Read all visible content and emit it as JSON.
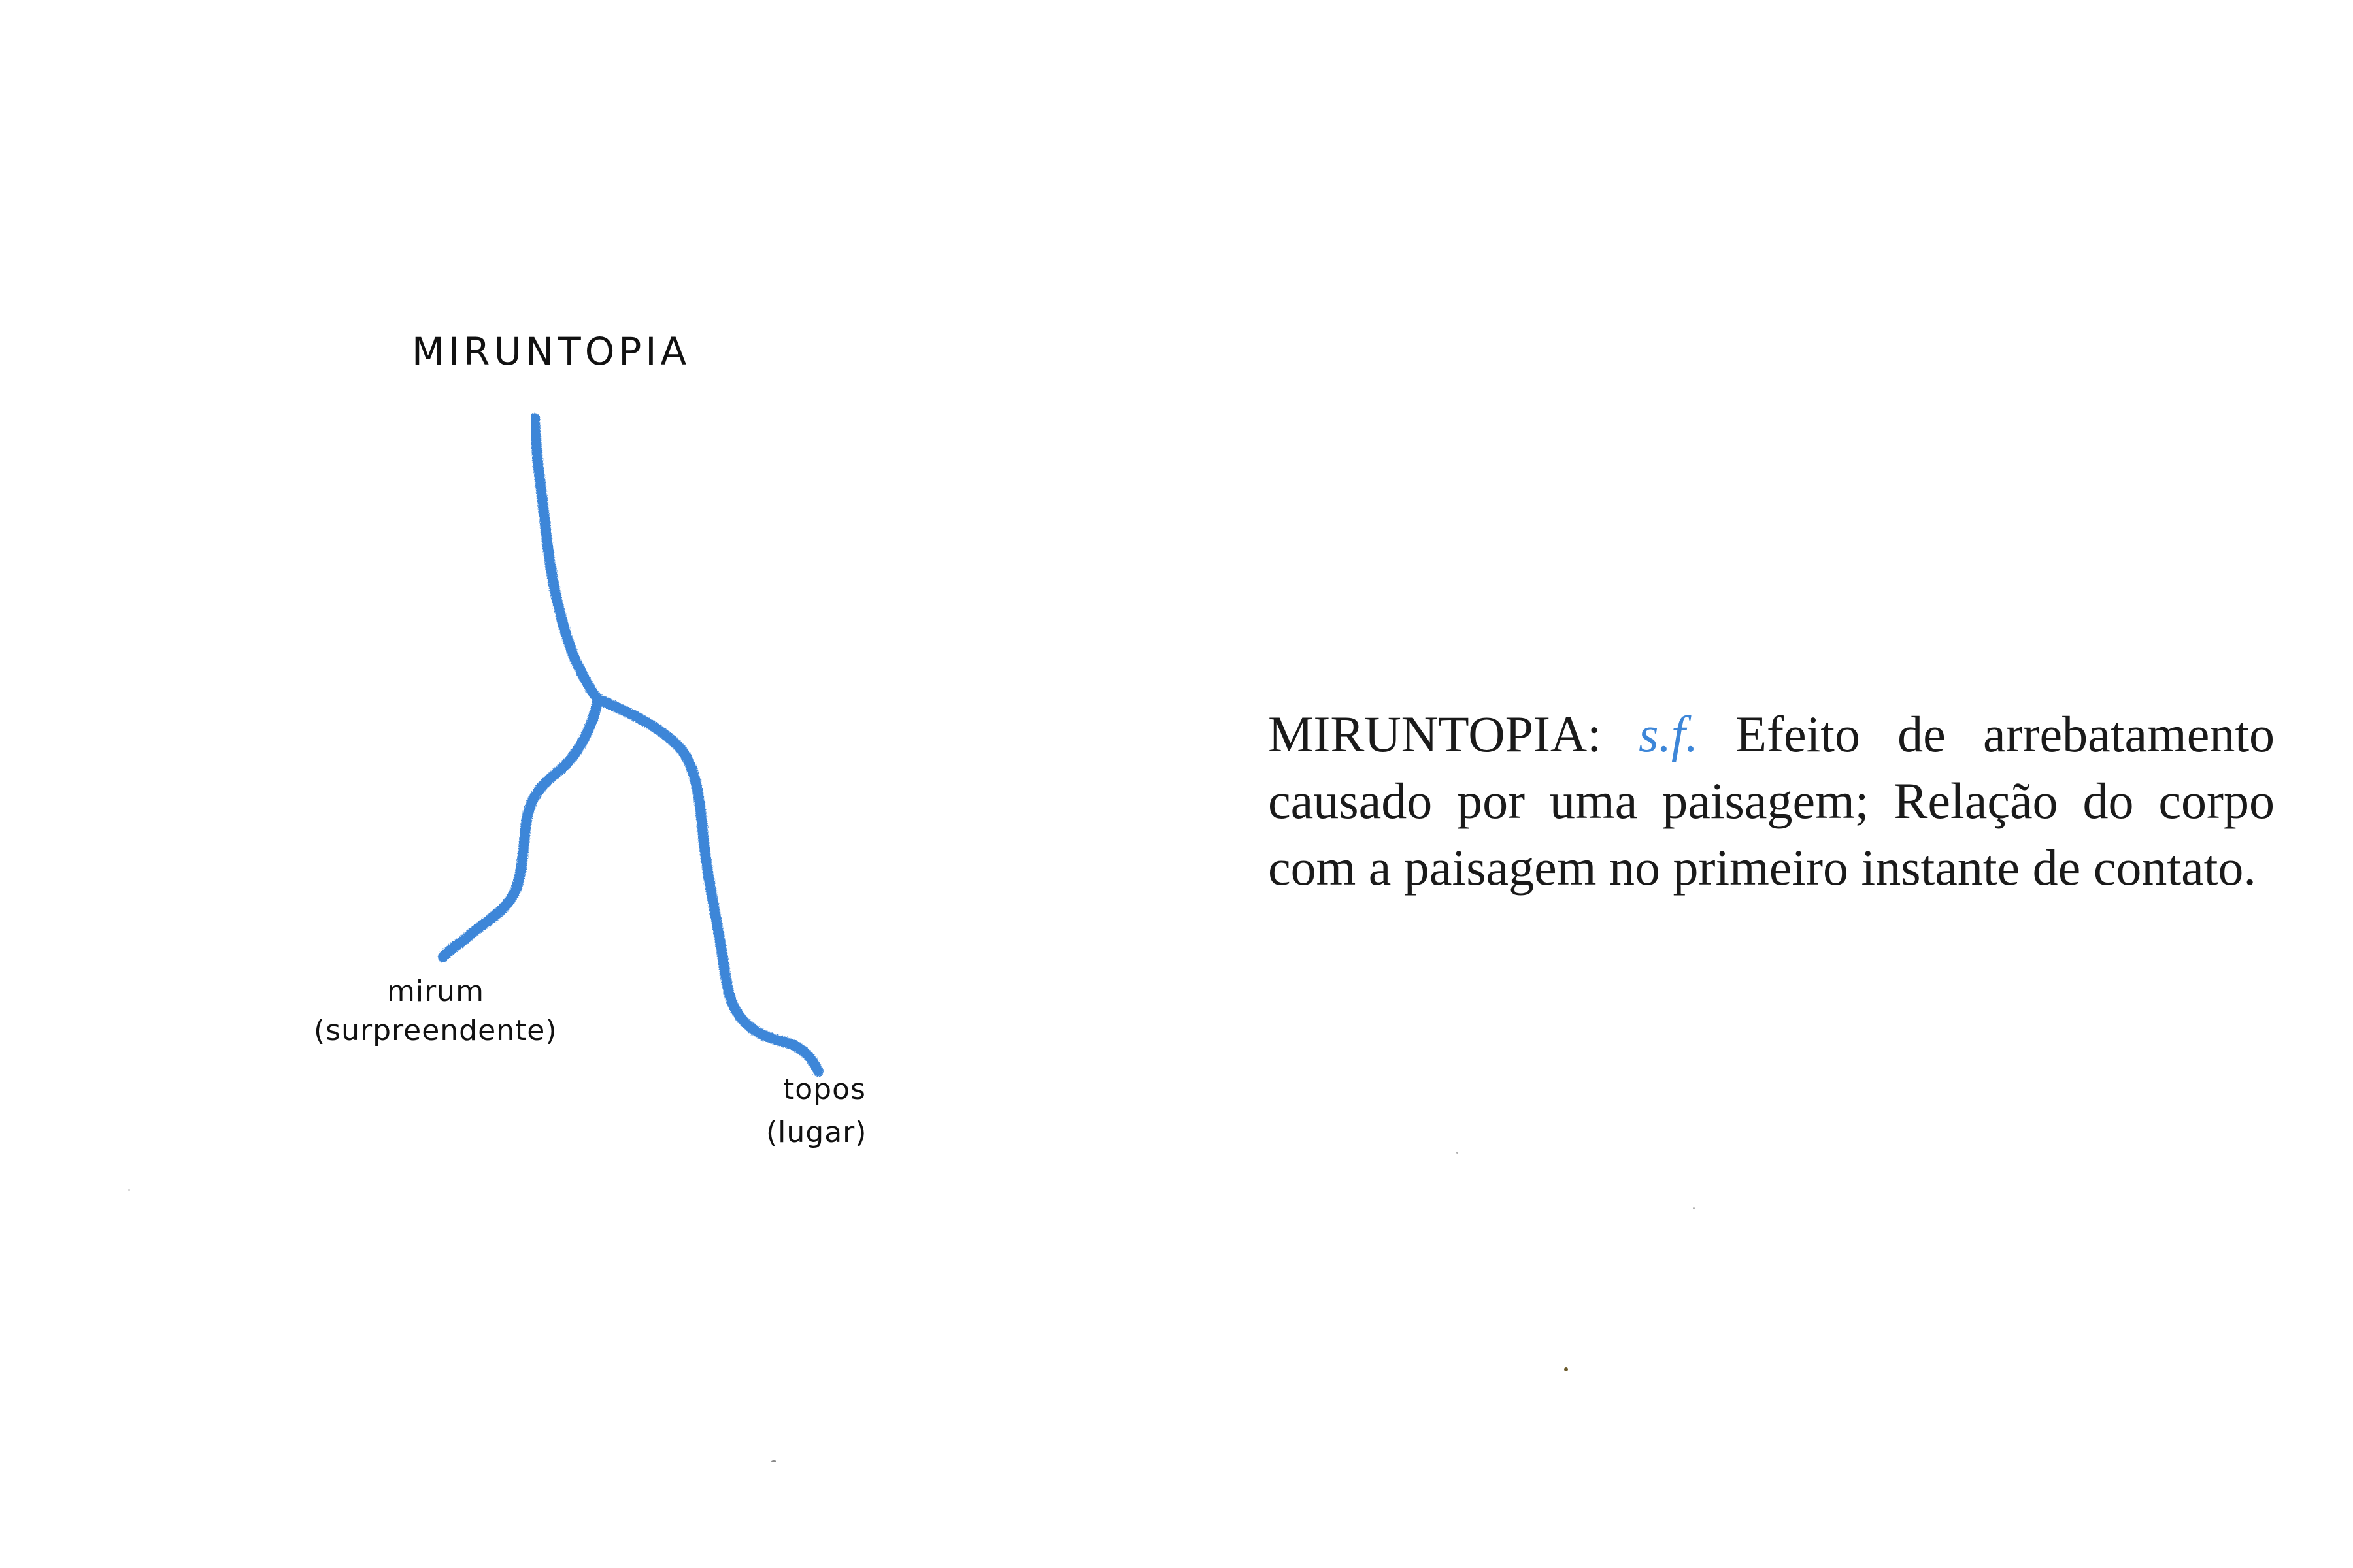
{
  "diagram": {
    "root_label": "MIRUNTOPIA",
    "branches": [
      {
        "word": "mirum",
        "meaning": "(surpreendente)"
      },
      {
        "word": "topos",
        "meaning": "(lugar)"
      }
    ],
    "stroke_color": "#3d86d8"
  },
  "definition": {
    "term": "MIRUNTOPIA:",
    "part_of_speech": "s.f.",
    "text": "Efeito de arrebatamento causado por uma paisagem; Relação do corpo com a paisagem no primeiro instante de contato.",
    "accent_color": "#3d86d8"
  }
}
